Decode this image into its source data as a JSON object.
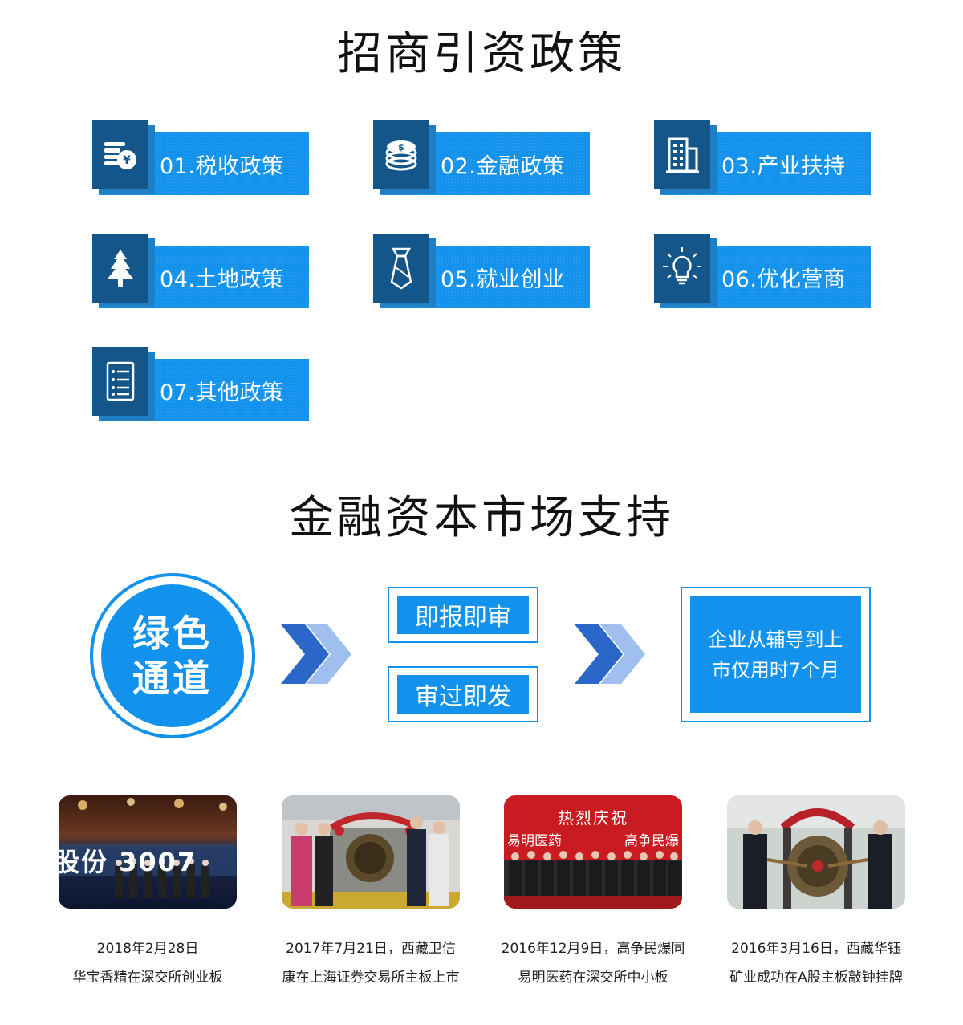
{
  "investment_policy": {
    "title": "招商引资政策",
    "items": [
      {
        "label": "01.税收政策",
        "icon": "tax-coins-yen-icon"
      },
      {
        "label": "02.金融政策",
        "icon": "dollar-coin-stack-icon"
      },
      {
        "label": "03.产业扶持",
        "icon": "building-icon"
      },
      {
        "label": "04.土地政策",
        "icon": "tree-icon"
      },
      {
        "label": "05.就业创业",
        "icon": "necktie-icon"
      },
      {
        "label": "06.优化营商",
        "icon": "lightbulb-icon"
      },
      {
        "label": "07.其他政策",
        "icon": "checklist-icon"
      }
    ]
  },
  "capital_market": {
    "title": "金融资本市场支持",
    "channel_line1": "绿色",
    "channel_line2": "通道",
    "step_report": "即报即审",
    "step_issue": "审过即发",
    "result_line1": "企业从辅导到上",
    "result_line2": "市仅用时7个月"
  },
  "cases": [
    {
      "line1": "2018年2月28日",
      "line2": "华宝香精在深交所创业板",
      "photo_text": "股份 3007"
    },
    {
      "line1": "2017年7月21日，西藏卫信",
      "line2": "康在上海证券交易所主板上市"
    },
    {
      "line1": "2016年12月9日，高争民爆同",
      "line2": "易明医药在深交所中小板",
      "photo_banner": "热烈庆祝",
      "photo_left": "易明医药",
      "photo_right": "高争民爆"
    },
    {
      "line1": "2016年3月16日，西藏华钰",
      "line2": "矿业成功在A股主板敲钟挂牌"
    }
  ],
  "colors": {
    "accent": "#1292ec",
    "icon_box": "#14568a",
    "text": "#111111"
  }
}
